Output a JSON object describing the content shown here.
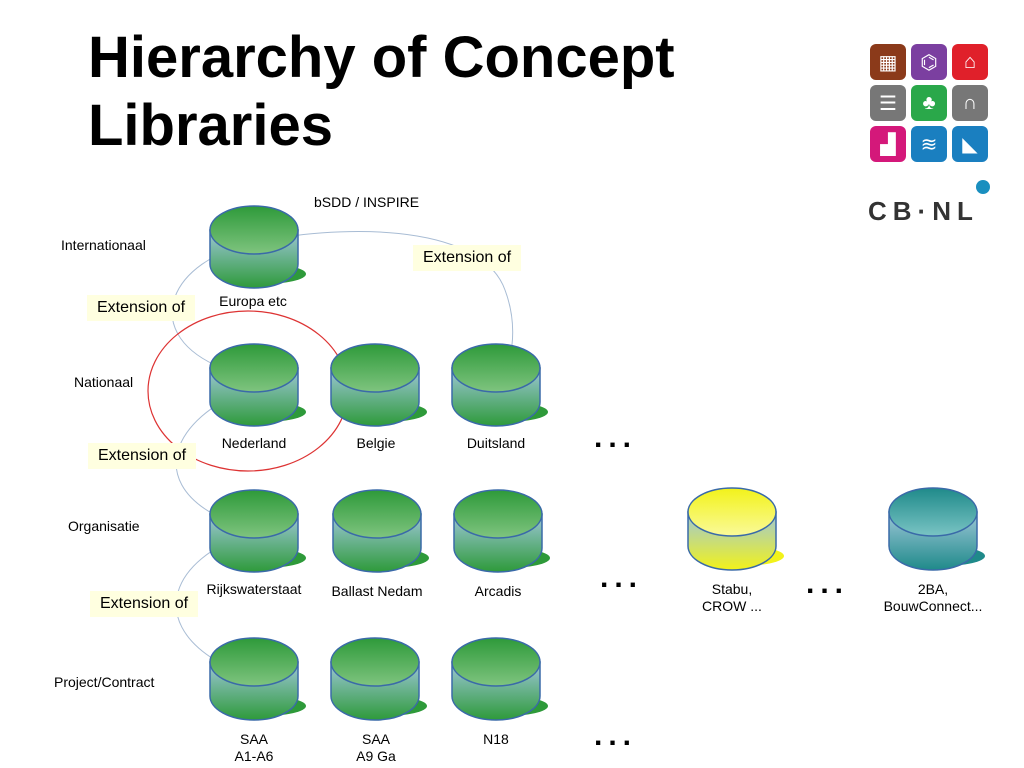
{
  "title": {
    "line1": "Hierarchy of Concept",
    "line2": "Libraries"
  },
  "top_label": "bSDD / INSPIRE",
  "row_labels": {
    "international": "Internationaal",
    "national": "Nationaal",
    "organisation": "Organisatie",
    "project": "Project/Contract"
  },
  "extension_label": "Extension of",
  "databases": {
    "europa": {
      "caption": "Europa etc",
      "color": "#2e9a3a"
    },
    "nederland": {
      "caption": "Nederland",
      "color": "#2e9a3a"
    },
    "belgie": {
      "caption": "Belgie",
      "color": "#2e9a3a"
    },
    "duitsland": {
      "caption": "Duitsland",
      "color": "#2e9a3a"
    },
    "rijkswaterstaat": {
      "caption": "Rijkswaterstaat",
      "color": "#2e9a3a"
    },
    "ballast": {
      "caption": "Ballast Nedam",
      "color": "#2e9a3a"
    },
    "arcadis": {
      "caption": "Arcadis",
      "color": "#2e9a3a"
    },
    "stabu": {
      "caption_line1": "Stabu,",
      "caption_line2": "CROW ...",
      "color": "#f2f21a"
    },
    "tba": {
      "caption_line1": "2BA,",
      "caption_line2": "BouwConnect...",
      "color": "#1f8a8a"
    },
    "saa1": {
      "caption_line1": "SAA",
      "caption_line2": "A1-A6",
      "color": "#2e9a3a"
    },
    "saa2": {
      "caption_line1": "SAA",
      "caption_line2": "A9 Ga",
      "color": "#2e9a3a"
    },
    "n18": {
      "caption": "N18",
      "color": "#2e9a3a"
    }
  },
  "ellipsis": "...",
  "logo": {
    "text": "CB·NL",
    "tile_icons": [
      "grid-icon",
      "tower-icon",
      "house-icon",
      "rail-icon",
      "tree-icon",
      "tunnel-icon",
      "factory-icon",
      "water-icon",
      "dam-icon"
    ]
  }
}
